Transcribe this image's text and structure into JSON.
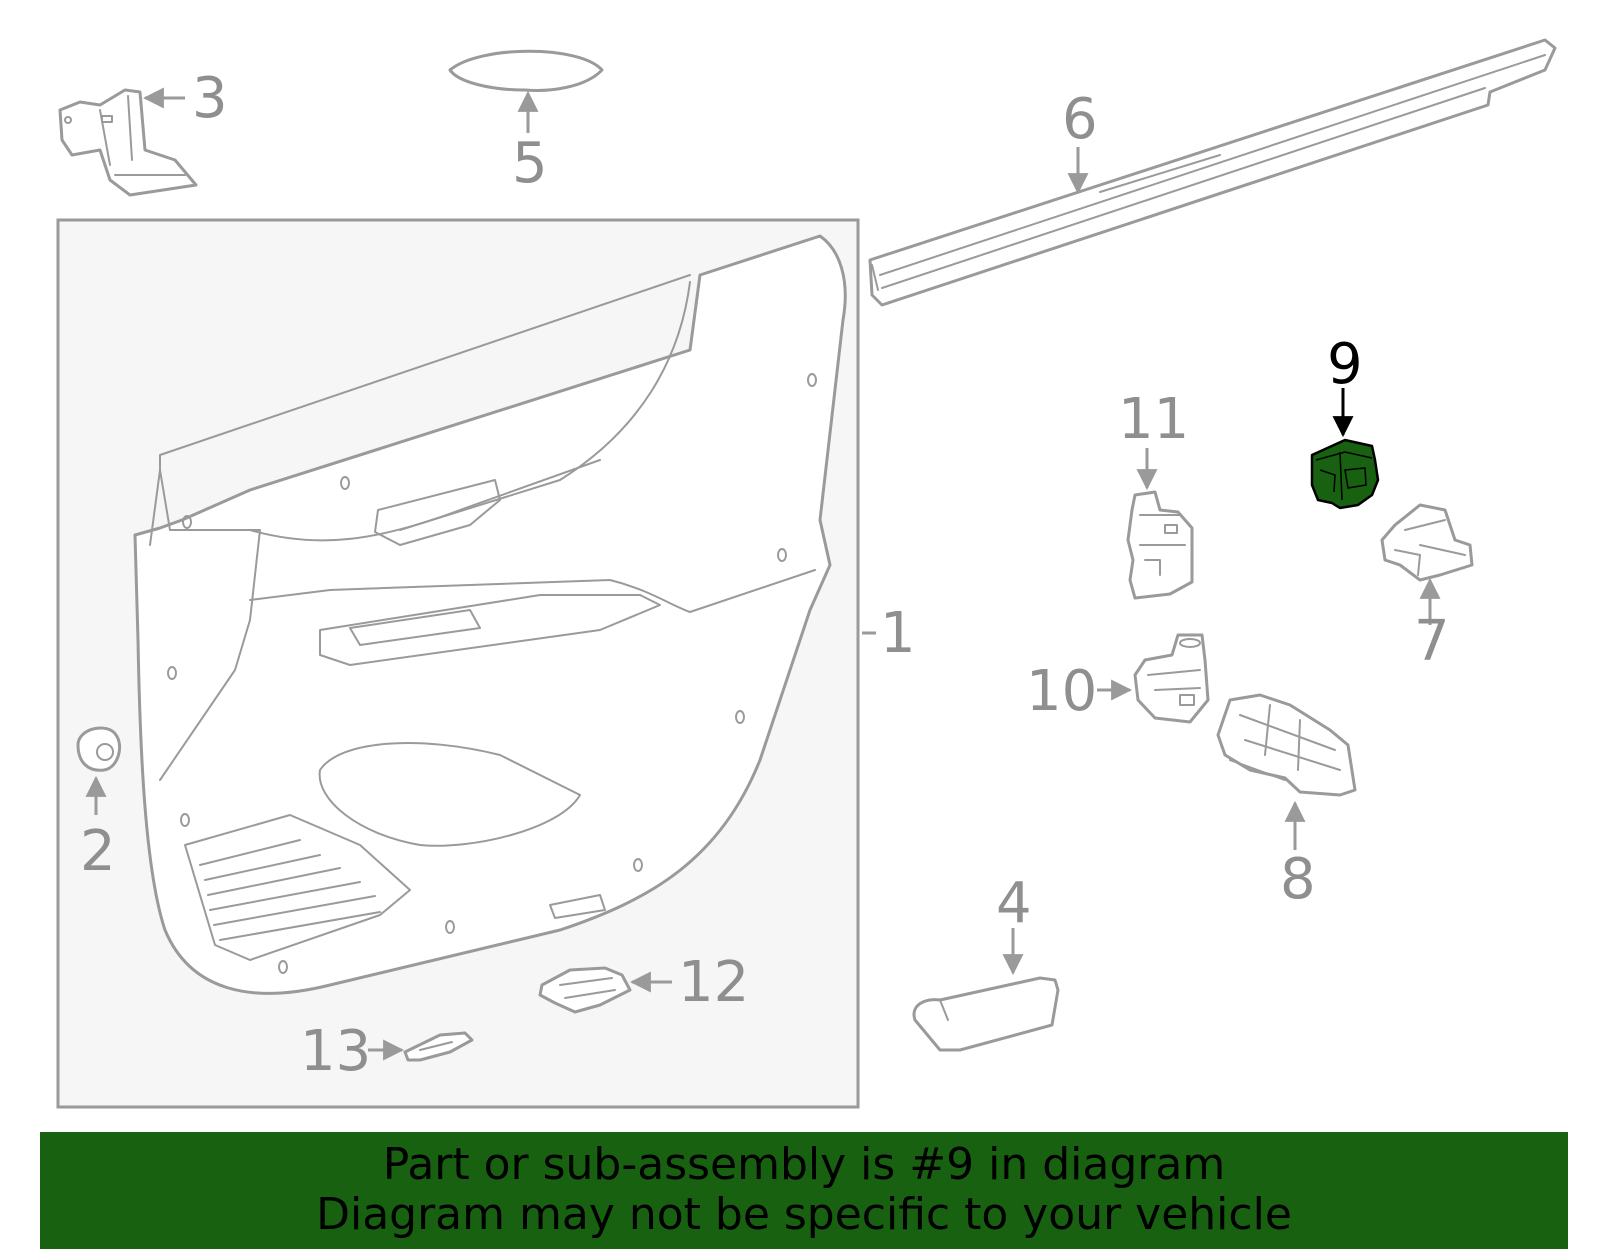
{
  "diagram": {
    "callouts": {
      "c1": "1",
      "c2": "2",
      "c3": "3",
      "c4": "4",
      "c5": "5",
      "c6": "6",
      "c7": "7",
      "c8": "8",
      "c9": "9",
      "c10": "10",
      "c11": "11",
      "c12": "12",
      "c13": "13"
    },
    "highlighted_part": "9",
    "colors": {
      "highlight_fill": "#176110",
      "line_gray": "#9a9a9a",
      "panel_bg": "#f6f6f6"
    }
  },
  "banner": {
    "line1": "Part or sub-assembly is #9 in diagram",
    "line2": "Diagram may not be specific to your vehicle",
    "background": "#176110"
  }
}
